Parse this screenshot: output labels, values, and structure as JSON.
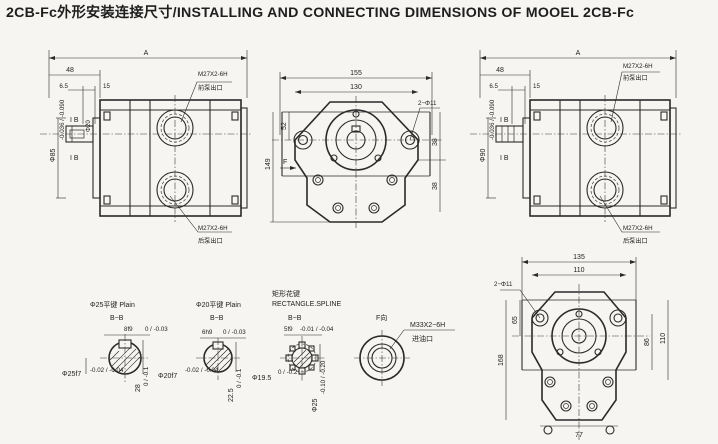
{
  "title": "2CB-Fc外形安装连接尺寸/INSTALLING AND CONNECTING DIMENSIONS OF MOOEL 2CB-Fc",
  "view_left": {
    "dims": {
      "A": "A",
      "d48": "48",
      "d65": "6.5",
      "d15": "15",
      "phi85": "Φ85",
      "phi85_tol": "-0.036 / -0.090",
      "phi20": "Φ20",
      "IB_top": "I B",
      "IB_bottom": "I B"
    },
    "labels": {
      "outlet_thread": "M27X2-6H",
      "outlet": "前泵出口",
      "rear_thread": "M27X2-6H",
      "rear_outlet": "后泵出口"
    }
  },
  "view_front": {
    "dims": {
      "d155": "155",
      "d130": "130",
      "d52": "52",
      "d149": "149",
      "d38a": "38",
      "d38b": "38",
      "holes": "2−Φ11",
      "F": "F"
    }
  },
  "view_right": {
    "dims": {
      "A": "A",
      "d48": "48",
      "d65": "6.5",
      "d15": "15",
      "phi90": "Φ90",
      "phi90_tol": "-0.036 / -0.090",
      "IB_top": "I B",
      "IB_bottom": "I B"
    },
    "labels": {
      "outlet_thread": "M27X2-6H",
      "outlet": "前泵出口",
      "rear_thread": "M27X2-6H",
      "rear_outlet": "后泵出口"
    }
  },
  "view_rearflange": {
    "dims": {
      "d135": "135",
      "d110": "110",
      "holes": "2−Φ11",
      "d65": "65",
      "d86": "86",
      "d110v": "110",
      "d168": "168",
      "d77": "77"
    }
  },
  "sections": {
    "s1": {
      "title": "Φ25平键 Plain",
      "bb": "B−B",
      "key": "8f9",
      "key_tol": "0 / -0.03",
      "dia": "Φ25f7",
      "dia_tol": "-0.02 / -0.04",
      "h": "28",
      "h_tol": "0 / -0.1"
    },
    "s2": {
      "title": "Φ20平键 Plain",
      "bb": "B−B",
      "key": "6h9",
      "key_tol": "0 / -0.03",
      "dia": "Φ20f7",
      "dia_tol": "-0.02 / -0.04",
      "h": "22.5",
      "h_tol": "0 / -0.1"
    },
    "s3": {
      "title_cn": "矩形花键",
      "title_en": "RECTANGLE.SPLINE",
      "bb": "B−B",
      "key": "5f9",
      "key_tol": "-0.01 / -0.04",
      "dia_in": "Φ19.5",
      "dia_in_tol": "0 / -0.2",
      "dia_out": "Φ25",
      "dia_out_tol": "-0.10 / -0.20"
    },
    "f_view": {
      "title": "F向",
      "thread": "M33X2−6H",
      "label": "进油口"
    }
  }
}
